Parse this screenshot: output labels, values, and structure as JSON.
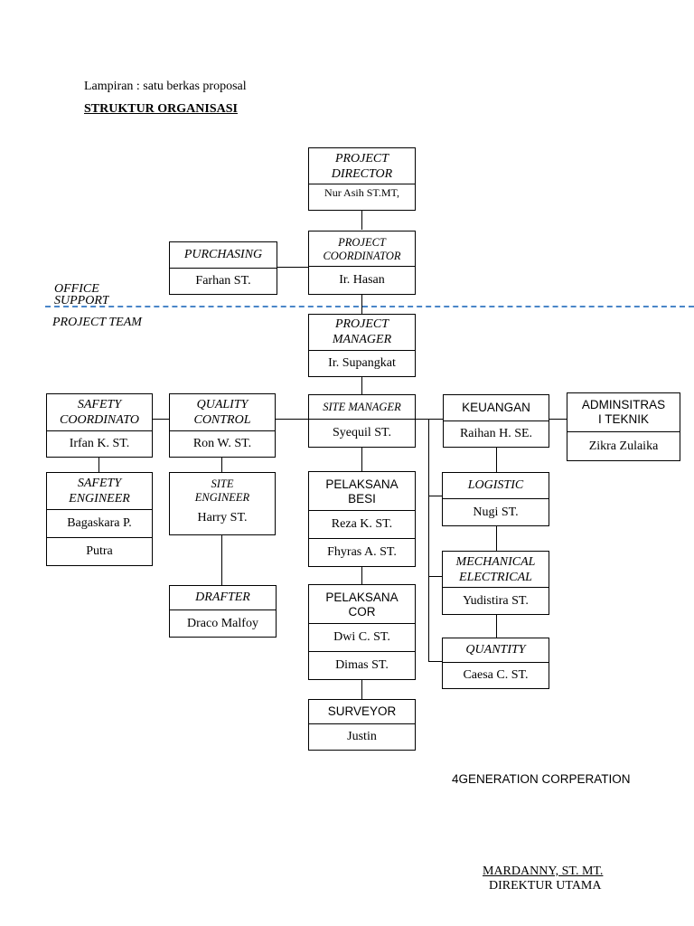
{
  "header": {
    "attachment": "Lampiran : satu  berkas proposal",
    "title": "STRUKTUR ORGANISASI"
  },
  "sections": {
    "office": "OFFICE",
    "office_cut": "SUPPORT",
    "project_team": "PROJECT TEAM"
  },
  "nodes": {
    "director": {
      "title1": "PROJECT",
      "title2": "DIRECTOR",
      "name": "Nur Asih ST.MT,"
    },
    "coordinator": {
      "title1": "PROJECT",
      "title2": "COORDINATOR",
      "name": "Ir. Hasan"
    },
    "purchasing": {
      "title": "PURCHASING",
      "name": "Farhan ST."
    },
    "manager": {
      "title1": "PROJECT",
      "title2": "MANAGER",
      "name": "Ir. Supangkat"
    },
    "safety_coord": {
      "title1": "SAFETY",
      "title2": "COORDINATO",
      "name": "Irfan K. ST."
    },
    "qc": {
      "title1": "QUALITY",
      "title2": "CONTROL",
      "name": "Ron W. ST."
    },
    "site_manager": {
      "title": "SITE MANAGER",
      "name": "Syequil ST."
    },
    "keuangan": {
      "title": "KEUANGAN",
      "name": "Raihan H. SE."
    },
    "admin": {
      "title1": "ADMINSITRAS",
      "title2": "I TEKNIK",
      "name": "Zikra Zulaika"
    },
    "safety_eng": {
      "title1": "SAFETY",
      "title2": "ENGINEER",
      "name1": "Bagaskara P.",
      "name2": "Putra"
    },
    "site_eng": {
      "title1": "SITE",
      "title2": "ENGINEER",
      "name": "Harry ST."
    },
    "pel_besi": {
      "title1": "PELAKSANA",
      "title2": "BESI",
      "name1": "Reza K. ST.",
      "name2": "Fhyras A. ST."
    },
    "logistic": {
      "title": "LOGISTIC",
      "name": "Nugi ST."
    },
    "mech": {
      "title1": "MECHANICAL",
      "title2": "ELECTRICAL",
      "name": "Yudistira ST."
    },
    "drafter": {
      "title": "DRAFTER",
      "name": "Draco Malfoy"
    },
    "pel_cor": {
      "title1": "PELAKSANA",
      "title2": "COR",
      "name1": "Dwi C. ST.",
      "name2": "Dimas ST."
    },
    "quantity": {
      "title": "QUANTITY",
      "name": "Caesa C. ST."
    },
    "surveyor": {
      "title": "SURVEYOR",
      "name": "Justin"
    }
  },
  "footer": {
    "company": "4GENERATION CORPERATION",
    "signer": "MARDANNY, ST. MT.",
    "position": "DIREKTUR UTAMA"
  }
}
